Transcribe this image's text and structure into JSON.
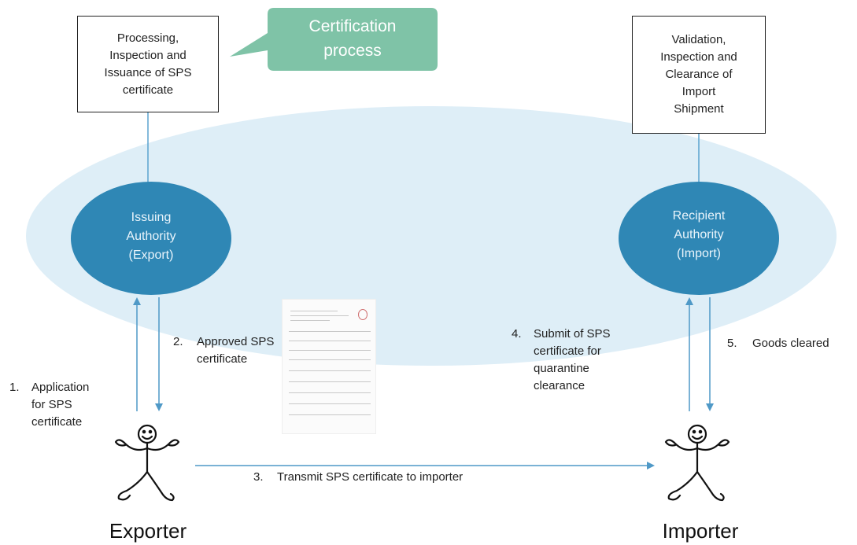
{
  "callout": {
    "line1": "Certification",
    "line2": "process"
  },
  "boxes": {
    "issuing": [
      "Processing,",
      "Inspection and",
      "Issuance of SPS",
      "certificate"
    ],
    "recipient": [
      "Validation,",
      "Inspection and",
      "Clearance of",
      "Import",
      "Shipment"
    ]
  },
  "authorities": {
    "issuing": [
      "Issuing",
      "Authority",
      "(Export)"
    ],
    "recipient": [
      "Recipient",
      "Authority",
      "(Import)"
    ]
  },
  "steps": {
    "s1": {
      "num": "1.",
      "lines": [
        "Application",
        "for SPS",
        "certificate"
      ]
    },
    "s2": {
      "num": "2.",
      "lines": [
        "Approved SPS",
        "certificate"
      ]
    },
    "s3": {
      "num": "3.",
      "lines": [
        "Transmit SPS certificate to importer"
      ]
    },
    "s4": {
      "num": "4.",
      "lines": [
        "Submit of SPS",
        "certificate for",
        "quarantine",
        "clearance"
      ]
    },
    "s5": {
      "num": "5.",
      "lines": [
        "Goods cleared"
      ]
    }
  },
  "actors": {
    "exporter": "Exporter",
    "importer": "Importer"
  },
  "colors": {
    "ellipse": "#deeef7",
    "authority": "#2f87b5",
    "arrow": "#4f99c7",
    "callout": "#7fc3a7",
    "connector": "#5aa3cf"
  },
  "icons": {
    "person": "stick-figure-icon",
    "document": "certificate-document-icon"
  }
}
